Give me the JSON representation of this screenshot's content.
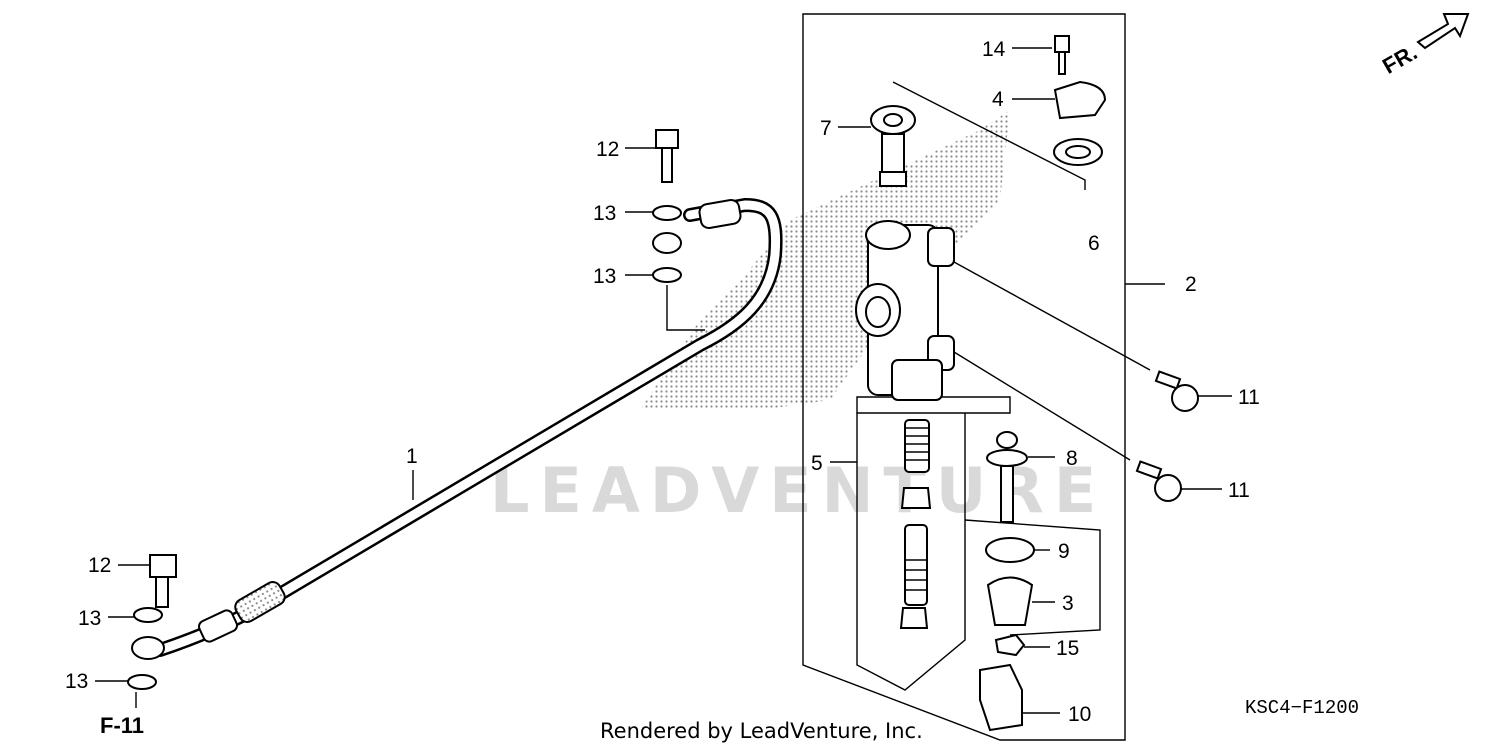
{
  "diagram": {
    "callouts": {
      "c1": "1",
      "c2": "2",
      "c3": "3",
      "c4": "4",
      "c5": "5",
      "c6": "6",
      "c7": "7",
      "c8": "8",
      "c9": "9",
      "c10": "10",
      "c11a": "11",
      "c11b": "11",
      "c12a": "12",
      "c12b": "12",
      "c13a": "13",
      "c13b": "13",
      "c13c": "13",
      "c13d": "13",
      "c14": "14",
      "c15": "15"
    },
    "ref_label": "F-11",
    "direction_label": "FR.",
    "diagram_code": "KSC4−F1200",
    "credit": "Rendered by LeadVenture, Inc.",
    "watermark": "LEADVENTURE"
  }
}
